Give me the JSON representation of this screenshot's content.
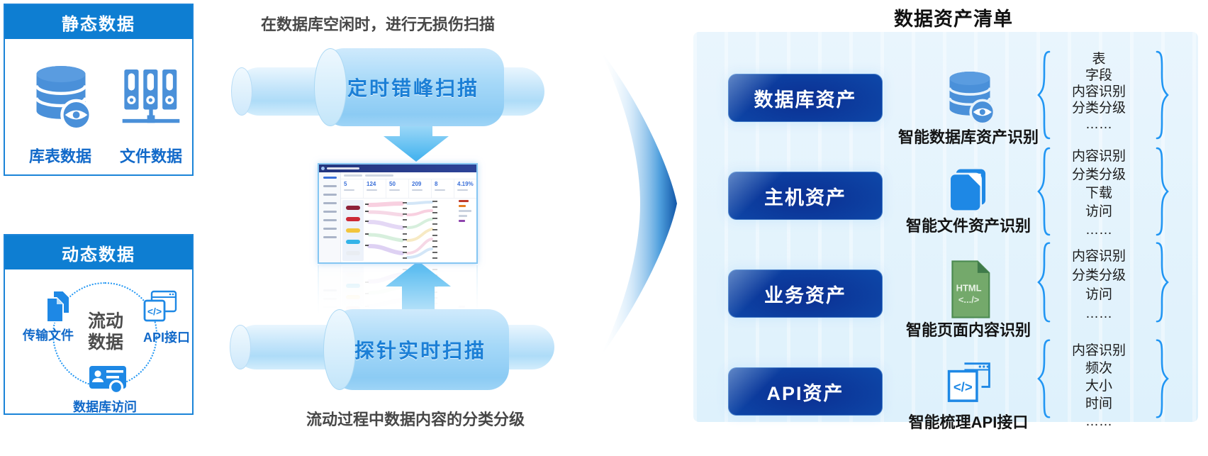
{
  "colors": {
    "header_blue": "#0e7ed2",
    "accent_blue": "#1e88e5",
    "label_blue": "#1169c9",
    "cylinder_text_blue": "#1b7fd6",
    "panel_bg": "#e7f4fd",
    "button_dark_blue": "#0c2f92",
    "brace_blue": "#2196f3",
    "html_icon_green": "#74a96b"
  },
  "left": {
    "static_box": {
      "title": "静态数据",
      "items": [
        {
          "label": "库表数据"
        },
        {
          "label": "文件数据"
        }
      ]
    },
    "dynamic_box": {
      "title": "动态数据",
      "center_line1": "流动",
      "center_line2": "数据",
      "file_label": "传输文件",
      "api_label": "API接口",
      "api_icon_code": "</>",
      "db_label": "数据库访问"
    }
  },
  "middle": {
    "top_caption": "在数据库空闲时，进行无损伤扫描",
    "pipe_top_label": "定时错峰扫描",
    "pipe_bottom_label": "探针实时扫描",
    "bottom_caption": "流动过程中数据内容的分类分级",
    "dashboard_stats": [
      "5",
      "124",
      "50",
      "209",
      "8",
      "4.19%"
    ]
  },
  "right": {
    "title": "数据资产清单",
    "rows": [
      {
        "button": "数据库资产",
        "label": "智能数据库资产识别",
        "items": [
          "表",
          "字段",
          "内容识别",
          "分类分级",
          "……"
        ]
      },
      {
        "button": "主机资产",
        "label": "智能文件资产识别",
        "items": [
          "内容识别",
          "分类分级",
          "下载",
          "访问",
          "……"
        ]
      },
      {
        "button": "业务资产",
        "label": "智能页面内容识别",
        "icon_text1": "HTML",
        "icon_text2": "<.../>",
        "items": [
          "内容识别",
          "分类分级",
          "访问",
          "……"
        ]
      },
      {
        "button": "API资产",
        "label": "智能梳理API接口",
        "icon_code": "</>",
        "items": [
          "内容识别",
          "频次",
          "大小",
          "时间",
          "……"
        ]
      }
    ]
  }
}
